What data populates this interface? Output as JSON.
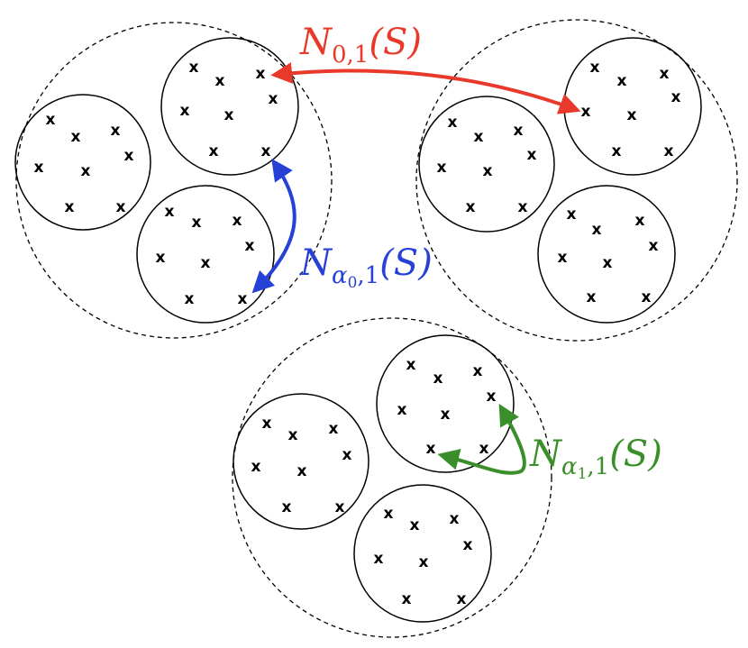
{
  "point_glyph": "x",
  "labels": {
    "red": {
      "N": "N",
      "sub": "0,1",
      "arg": "(S)",
      "color": "#e8392a"
    },
    "blue": {
      "N": "N",
      "sub_alpha": "α",
      "sub_alpha_index": "0",
      "sub_rest": ",1",
      "arg": "(S)",
      "color": "#2541d6"
    },
    "green": {
      "N": "N",
      "sub_alpha": "α",
      "sub_alpha_index": "1",
      "sub_rest": ",1",
      "arg": "(S)",
      "color": "#3a8f2b"
    }
  },
  "colors": {
    "stroke": "#000000",
    "red": "#e8392a",
    "blue": "#2541d6",
    "green": "#3a8f2b"
  }
}
